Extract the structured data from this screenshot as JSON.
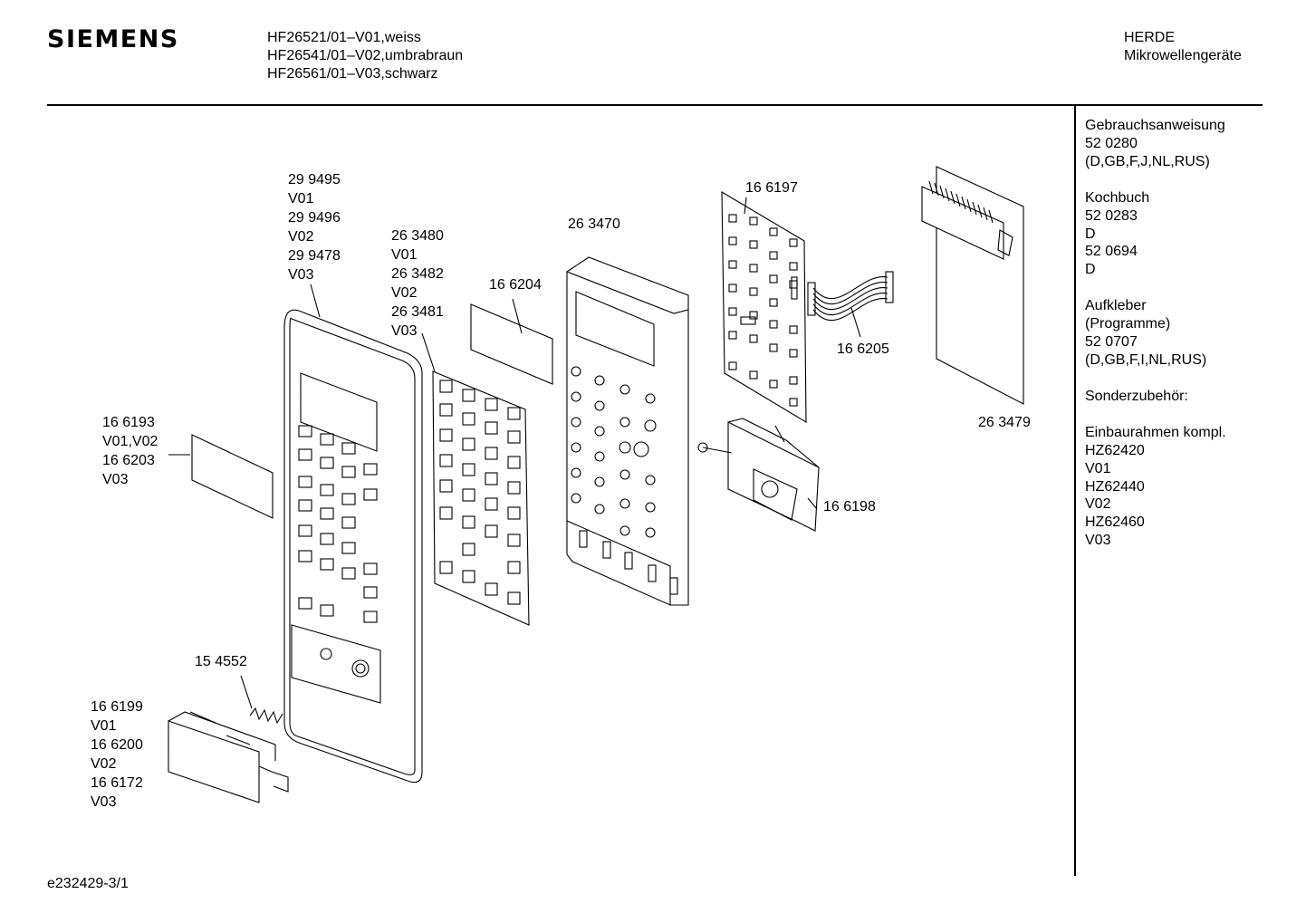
{
  "header": {
    "brand": "SIEMENS",
    "models": [
      "HF26521/01–V01,weiss",
      "HF26541/01–V02,umbrabraun",
      "HF26561/01–V03,schwarz"
    ],
    "category": [
      "HERDE",
      "Mikrowellengeräte"
    ]
  },
  "sidebar": {
    "blocks": [
      [
        "Gebrauchsanweisung",
        "52 0280",
        "(D,GB,F,J,NL,RUS)"
      ],
      [
        "Kochbuch",
        "52 0283",
        "D",
        "52 0694",
        "D"
      ],
      [
        "Aufkleber",
        "(Programme)",
        "52 0707",
        "(D,GB,F,I,NL,RUS)"
      ],
      [
        "Sonderzubehör:"
      ],
      [
        "Einbaurahmen kompl.",
        "HZ62420",
        "V01",
        "HZ62440",
        "V02",
        "HZ62460",
        "V03"
      ]
    ]
  },
  "parts": {
    "front_panel": [
      "29 9495",
      "V01",
      "29 9496",
      "V02",
      "29 9478",
      "V03"
    ],
    "keypad_mat": [
      "26 3480",
      "V01",
      "26 3482",
      "V02",
      "26 3481",
      "V03"
    ],
    "label_plate": [
      "16 6204"
    ],
    "frame": [
      "26 3470"
    ],
    "circuit_board": [
      "16 6197"
    ],
    "ribbon_cable": [
      "16 6205"
    ],
    "flex_board": [
      "26 3479"
    ],
    "sticker": [
      "16 6193",
      "V01,V02",
      "16 6203",
      "V03"
    ],
    "switch_unit": [
      "16 6198"
    ],
    "spring": [
      "15 4552"
    ],
    "door_button": [
      "16 6199",
      "V01",
      "16 6200",
      "V02",
      "16 6172",
      "V03"
    ]
  },
  "footer": {
    "code": "e232429-3/1"
  }
}
